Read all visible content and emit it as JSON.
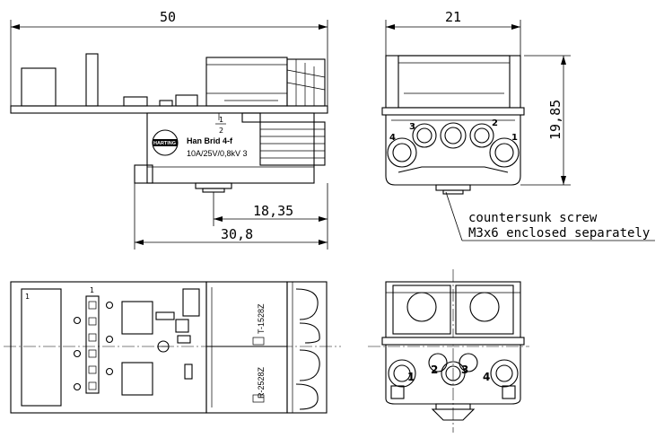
{
  "dimensions": {
    "width_total": "50",
    "width_side": "21",
    "height_side": "19,85",
    "offset_short": "18,35",
    "offset_long": "30,8"
  },
  "note": {
    "line1": "countersunk screw",
    "line2": "M3x6 enclosed separately"
  },
  "label": {
    "brand": "HARTING",
    "product": "Han Brid 4-f",
    "rating": "10A/25V/0,8kV 3"
  },
  "pins_side": [
    "4",
    "3",
    "2",
    "1"
  ],
  "pins_bottom": [
    "1",
    "2",
    "3",
    "4"
  ],
  "pcb_marks": [
    "1",
    "1"
  ],
  "part_codes": [
    "T-1528Z",
    "R-2528Z"
  ]
}
